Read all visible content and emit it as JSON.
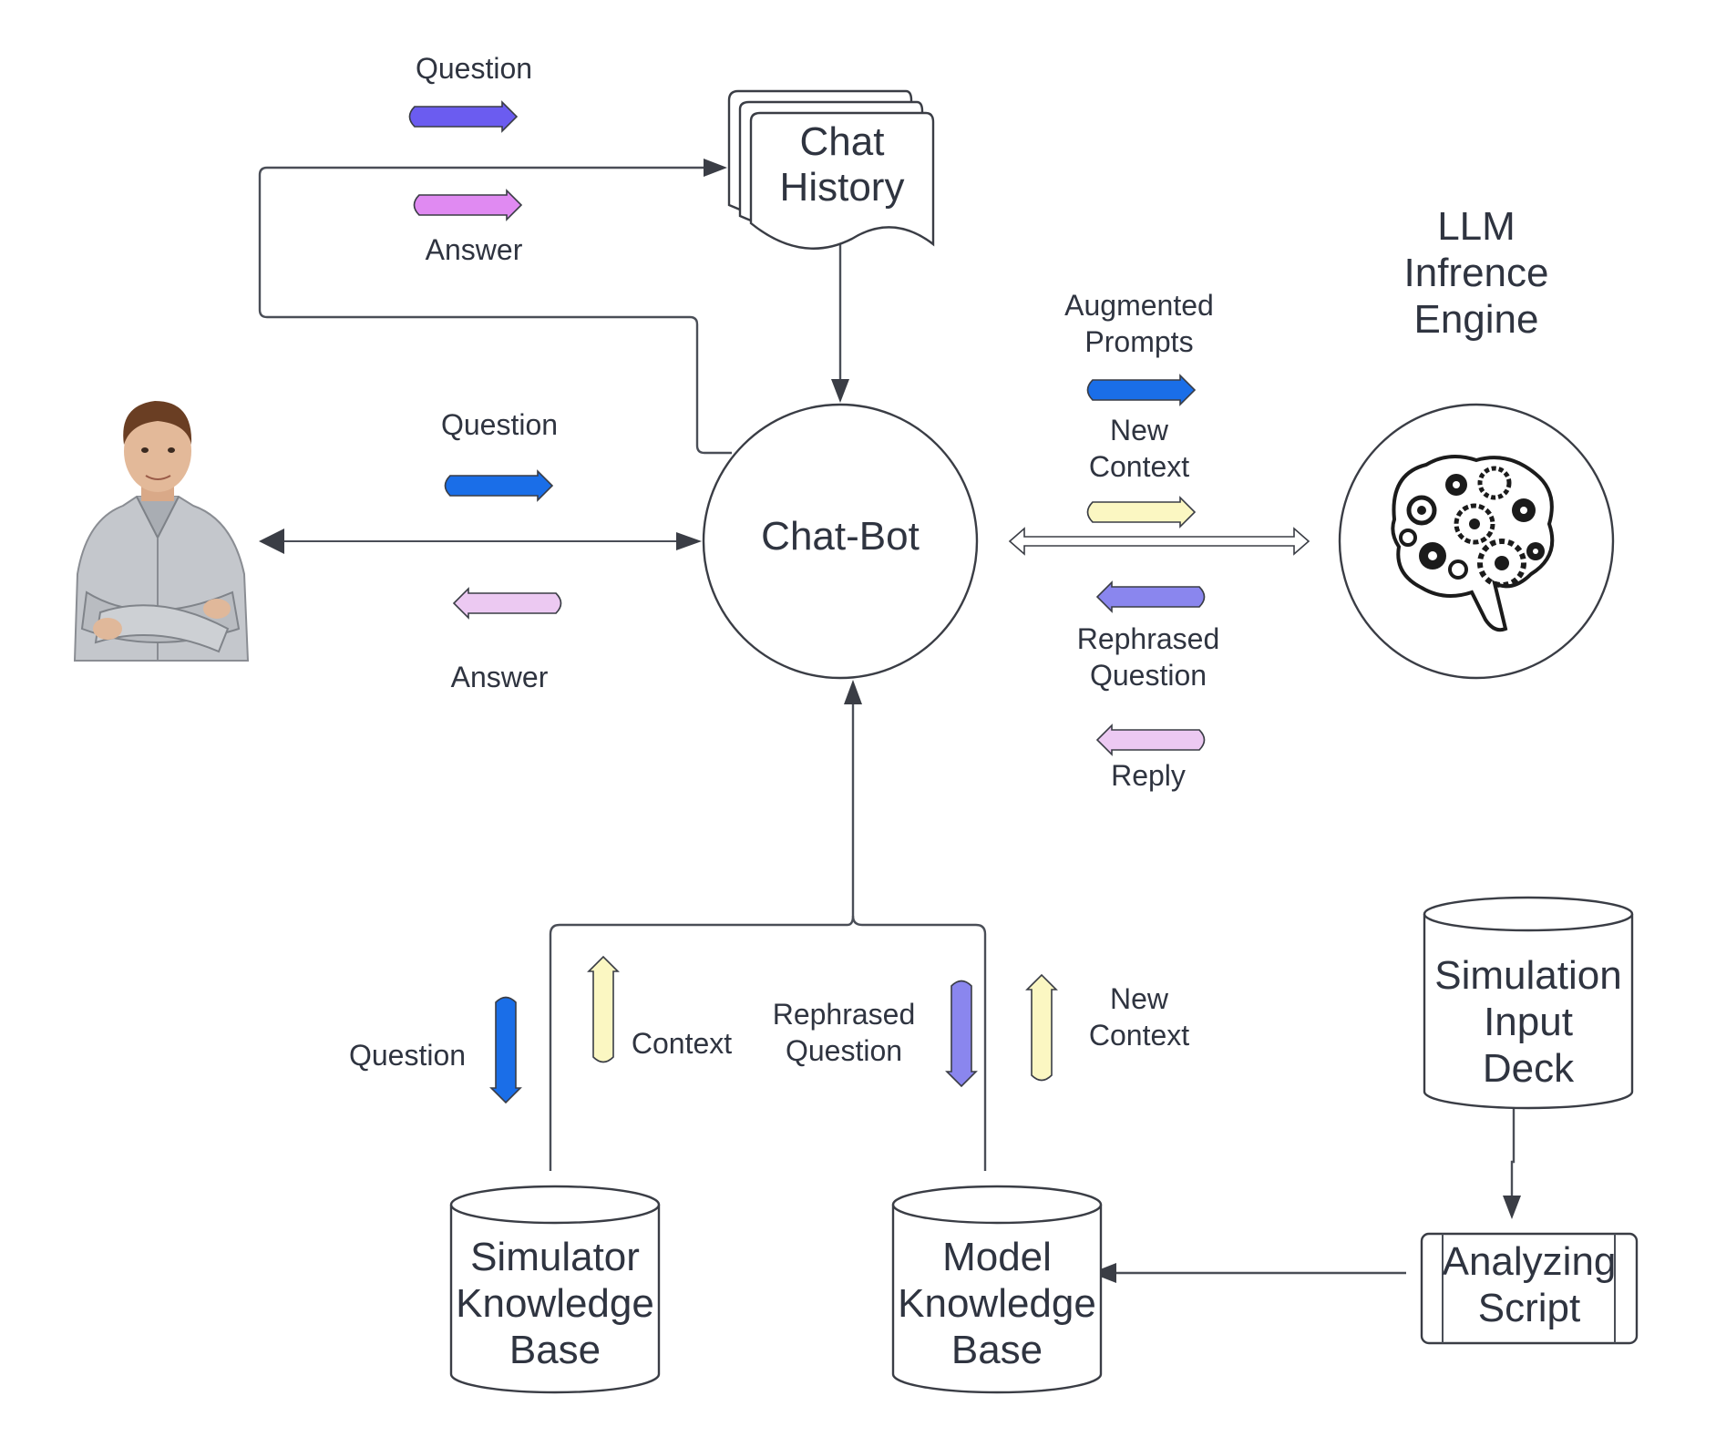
{
  "colors": {
    "question_blue": "#1a6ee8",
    "question_violet": "#6b5cf0",
    "answer_magenta": "#e08af2",
    "answer_pink": "#ecc9f2",
    "context_yellow": "#fbf7c2",
    "rephrased_lavender": "#8a86ee",
    "reply_pink": "#ecc9f2"
  },
  "nodes": {
    "chat_history": {
      "line1": "Chat",
      "line2": "History"
    },
    "chat_bot": {
      "label": "Chat-Bot"
    },
    "llm": {
      "line1": "LLM",
      "line2": "Infrence",
      "line3": "Engine"
    },
    "simulation_deck": {
      "line1": "Simulation",
      "line2": "Input",
      "line3": "Deck"
    },
    "analyzing_script": {
      "line1": "Analyzing",
      "line2": "Script"
    },
    "simulator_kb": {
      "line1": "Simulator",
      "line2": "Knowledge",
      "line3": "Base"
    },
    "model_kb": {
      "line1": "Model",
      "line2": "Knowledge",
      "line3": "Base"
    }
  },
  "labels": {
    "top_question": "Question",
    "top_answer": "Answer",
    "user_question": "Question",
    "user_answer": "Answer",
    "augmented_line1": "Augmented",
    "augmented_line2": "Prompts",
    "new_context_line1": "New",
    "new_context_line2": "Context",
    "rephrased_line1": "Rephrased",
    "rephrased_line2": "Question",
    "reply": "Reply",
    "bottom_question": "Question",
    "bottom_context": "Context",
    "bottom_rephrased_line1": "Rephrased",
    "bottom_rephrased_line2": "Question",
    "bottom_new_line1": "New",
    "bottom_new_line2": "Context"
  }
}
